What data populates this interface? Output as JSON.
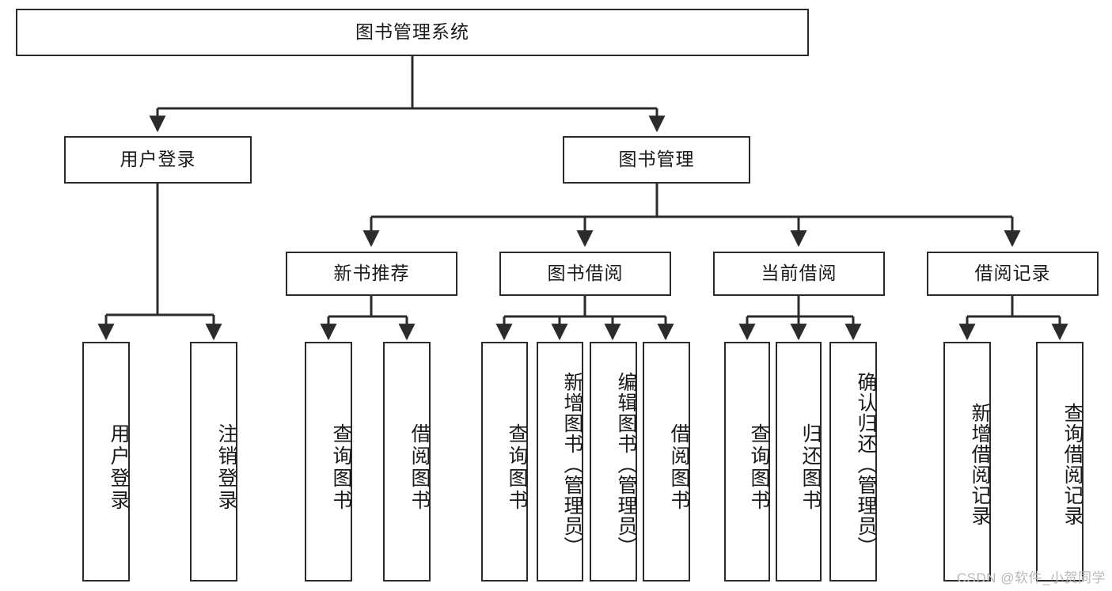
{
  "diagram": {
    "type": "tree-hierarchy",
    "title": "图书管理系统",
    "watermark": "CSDN @软件_小贺同学",
    "colors": {
      "box_border": "#2b2b2b",
      "box_fill": "#ffffff",
      "connector": "#2b2b2b",
      "text": "#1a1a1a",
      "watermark": "#b9b9b9"
    },
    "nodes": {
      "root": "图书管理系统",
      "level2": {
        "user_login": "用户登录",
        "book_manage": "图书管理"
      },
      "level3": {
        "new_book_recommend": "新书推荐",
        "book_borrow": "图书借阅",
        "current_borrow": "当前借阅",
        "borrow_record": "借阅记录"
      },
      "leaves": {
        "user_login_1": "用户登录",
        "user_login_2": "注销登录",
        "recommend_1": "查询图书",
        "recommend_2": "借阅图书",
        "borrow_1": "查询图书",
        "borrow_2": "新增图书（管理员）",
        "borrow_3": "编辑图书（管理员）",
        "borrow_4": "借阅图书",
        "current_1": "查询图书",
        "current_2": "归还图书",
        "current_3": "确认归还（管理员）",
        "record_1": "新增借阅记录",
        "record_2": "查询借阅记录"
      }
    },
    "edges": [
      {
        "from": "图书管理系统",
        "to": "用户登录"
      },
      {
        "from": "图书管理系统",
        "to": "图书管理"
      },
      {
        "from": "用户登录",
        "to": "用户登录"
      },
      {
        "from": "用户登录",
        "to": "注销登录"
      },
      {
        "from": "图书管理",
        "to": "新书推荐"
      },
      {
        "from": "图书管理",
        "to": "图书借阅"
      },
      {
        "from": "图书管理",
        "to": "当前借阅"
      },
      {
        "from": "图书管理",
        "to": "借阅记录"
      },
      {
        "from": "新书推荐",
        "to": "查询图书"
      },
      {
        "from": "新书推荐",
        "to": "借阅图书"
      },
      {
        "from": "图书借阅",
        "to": "查询图书"
      },
      {
        "from": "图书借阅",
        "to": "新增图书（管理员）"
      },
      {
        "from": "图书借阅",
        "to": "编辑图书（管理员）"
      },
      {
        "from": "图书借阅",
        "to": "借阅图书"
      },
      {
        "from": "当前借阅",
        "to": "查询图书"
      },
      {
        "from": "当前借阅",
        "to": "归还图书"
      },
      {
        "from": "当前借阅",
        "to": "确认归还（管理员）"
      },
      {
        "from": "借阅记录",
        "to": "新增借阅记录"
      },
      {
        "from": "借阅记录",
        "to": "查询借阅记录"
      }
    ]
  }
}
